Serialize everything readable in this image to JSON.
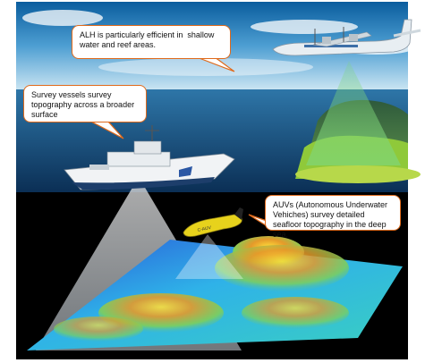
{
  "callouts": {
    "alh": "ALH is particularly efficient in  shallow water and reef areas.",
    "vessel": "Survey vessels survey topography across a broader surface",
    "auv": "AUVs (Autonomous Underwater Vehiches) survey detailed seafloor topography in the deep sea."
  },
  "auv_hull_text": "C-AUV",
  "colors": {
    "callout_border": "#e06a1b",
    "sky_top": "#0a5d9e",
    "sea": "#0b3b67",
    "deep": "#000000"
  }
}
